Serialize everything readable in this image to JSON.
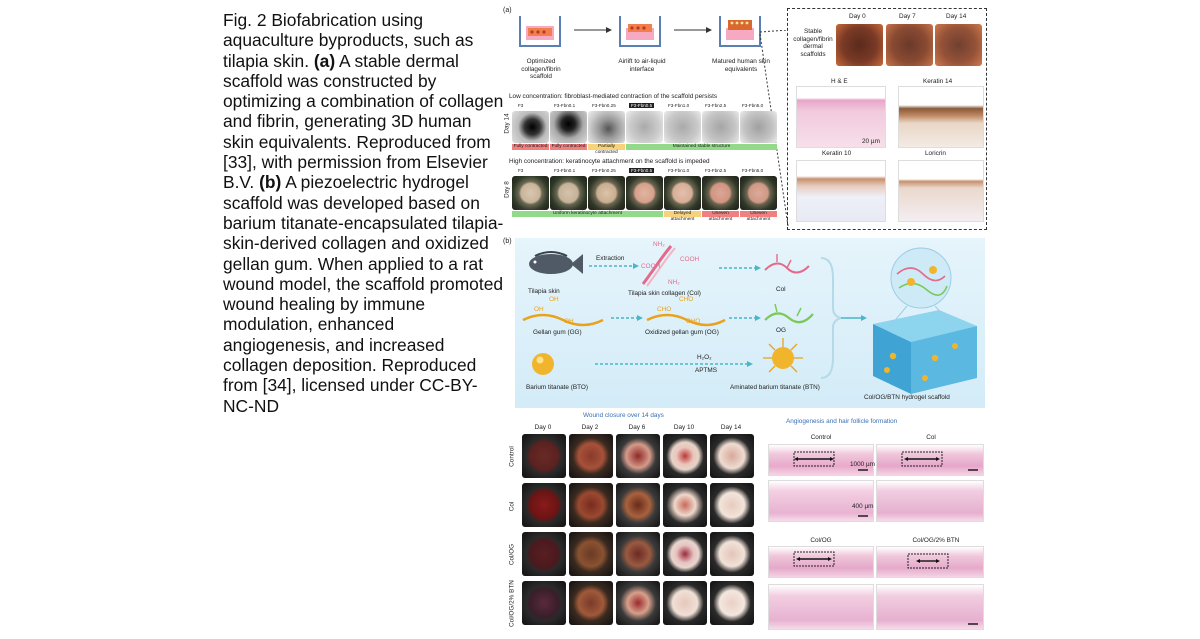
{
  "caption": {
    "lead": "Fig. 2 Biofabrication using aquaculture byproducts, such as tilapia skin. ",
    "a_label": "(a)",
    "a_text": " A stable dermal scaffold was constructed by optimizing a combination of collagen and fibrin, generating 3D human skin equivalents. Reproduced from [33], with permission from Elsevier B.V. ",
    "b_label": "(b)",
    "b_text": " A piezoelectric hydrogel scaffold was developed based on barium titanate-encapsulated tilapia-skin-derived collagen and oxidized gellan gum. When applied to a rat wound model, the scaffold promoted wound healing by immune modulation, enhanced angiogenesis, and increased collagen deposition. Reproduced from [34], licensed under CC-BY-NC-ND"
  },
  "panel_a": {
    "label": "(a)",
    "steps": [
      "Optimized collagen/fibrin scaffold",
      "Airlift to air-liquid interface",
      "Matured human skin equivalents"
    ],
    "days": [
      "Day 0",
      "Day 7",
      "Day 14"
    ],
    "scaffold_label": "Stable collagen/fibrin dermal scaffolds",
    "stains": [
      "H & E",
      "Keratin 14",
      "Keratin 10",
      "Loricrin"
    ],
    "scale": "20 µm",
    "low_title": "Low concentration: fibroblast-mediated contraction of the scaffold persists",
    "high_title": "High concentration: keratinocyte attachment on the scaffold is impeded",
    "low_row_label": "Day 14",
    "high_row_label": "Day 8",
    "conditions": [
      "F3",
      "F3-Fbn0.1",
      "F3-Fbn0.25",
      "F3-Fbn0.5",
      "F3-Fbn1.0",
      "F3-Fbn2.5",
      "F3-Fbn5.0"
    ],
    "low_status": [
      "Fully contracted",
      "Fully contracted",
      "Partially contracted",
      "Maintained stable structure"
    ],
    "high_status": [
      "Uniform keratinocyte attachment",
      "Delayed attachment",
      "Uneven attachment",
      "Uneven attachment"
    ]
  },
  "panel_b": {
    "label": "(b)",
    "tilapia_skin": "Tilapia skin",
    "extraction": "Extraction",
    "nh2_top": "NH₂",
    "cooh_left": "COOH",
    "cooh_right": "COOH",
    "nh2_bottom": "NH₂",
    "col_source": "Tilapia skin collagen (Col)",
    "col": "Col",
    "oh1": "OH",
    "oh2": "OH",
    "oh3": "OH",
    "gellan": "Gellan gum (GG)",
    "cho1": "CHO",
    "cho2": "CHO",
    "cho3": "CHO",
    "ogg": "Oxidized gellan gum (OG)",
    "og": "OG",
    "h2o2": "H₂O₂",
    "aptms": "APTMS",
    "bto": "Barium titanate (BTO)",
    "btn": "Aminated barium titanate (BTN)",
    "hydrogel": "Col/OG/BTN hydrogel scaffold",
    "wound_title": "Wound closure over 14 days",
    "wound_days": [
      "Day 0",
      "Day 2",
      "Day 6",
      "Day 10",
      "Day 14"
    ],
    "wound_rows": [
      "Control",
      "Col",
      "Col/OG",
      "Col/OG/2% BTN"
    ],
    "angio_title": "Angiogenesis and hair follicle formation",
    "angio_groups": [
      "Control",
      "Col",
      "Col/OG",
      "Col/OG/2% BTN"
    ],
    "scale_1000": "1000 µm",
    "scale_400": "400 µm"
  },
  "colors": {
    "diagram_bg": "#d7eef8",
    "collagen": "#e36b8a",
    "cho": "#e8a21c",
    "arrow": "#49b6c9",
    "tissue": "#e9b7d0",
    "wound": "#7a2b22"
  }
}
